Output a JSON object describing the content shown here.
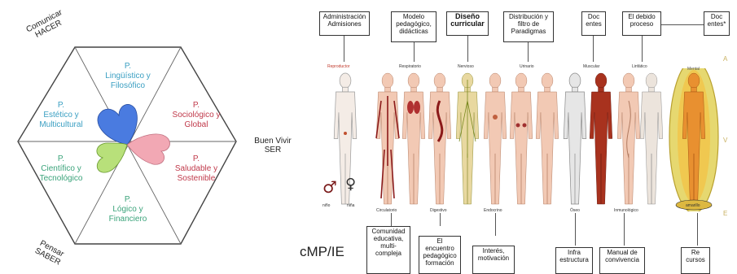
{
  "hexagon": {
    "corner_top_left": "Comunicar\nHACER",
    "corner_right": "Buen Vivir\nSER",
    "corner_bottom_left": "Pensar\nSABER",
    "segments": [
      {
        "text": "P.\nLingüístico y\nFilosófico",
        "color": "#3a9fc2"
      },
      {
        "text": "P.\nSociológico y\nGlobal",
        "color": "#c0394a"
      },
      {
        "text": "P.\nSaludable y\nSostenible",
        "color": "#c0394a"
      },
      {
        "text": "P.\nLógico y\nFinanciero",
        "color": "#3aa37a"
      },
      {
        "text": "P.\nCientífico y\nTecnológico",
        "color": "#3aa37a"
      },
      {
        "text": "P.\nEstético y\nMulticultural",
        "color": "#3a9fc2"
      }
    ],
    "petal_colors": {
      "blue": "#4a7be0",
      "pink": "#f2a8b4",
      "green": "#b8e07a"
    }
  },
  "top_boxes": [
    {
      "text": "Administración\nAdmisiones"
    },
    {
      "text": "Modelo\npedagógico,\ndidácticas"
    },
    {
      "text": "Diseño\ncurricular"
    },
    {
      "text": "Distribución y\nfiltro de\nParadigmas"
    },
    {
      "text": "Doc\nentes"
    },
    {
      "text": "El debido\nproceso"
    },
    {
      "text": "Doc\nentes*"
    }
  ],
  "systems_top": [
    "Reproductor",
    "Respiratorio",
    "Nervioso",
    "Urinario",
    "Muscular",
    "Linfático",
    "Mental"
  ],
  "systems_bottom": [
    "Circulatorio",
    "Digestivo",
    "Endocrino",
    "Óseo",
    "Inmunológico"
  ],
  "bottom_boxes": [
    {
      "text": "Comunidad\neducativa,\nmulti-\ncompleja"
    },
    {
      "text": "El\nencuentro\npedagógico\nformación"
    },
    {
      "text": "Interés,\nmotivación"
    },
    {
      "text": "Infra\nestructura"
    },
    {
      "text": "Manual de\nconvivencia"
    },
    {
      "text": "Re\ncursos"
    }
  ],
  "watermark": "cMP/IE",
  "side_letters": [
    "A",
    "V",
    "E"
  ],
  "aura_label": "amarillo",
  "gender_symbols": {
    "male": "♂",
    "female": "♀"
  },
  "gender_captions": [
    "niño",
    "niña"
  ]
}
